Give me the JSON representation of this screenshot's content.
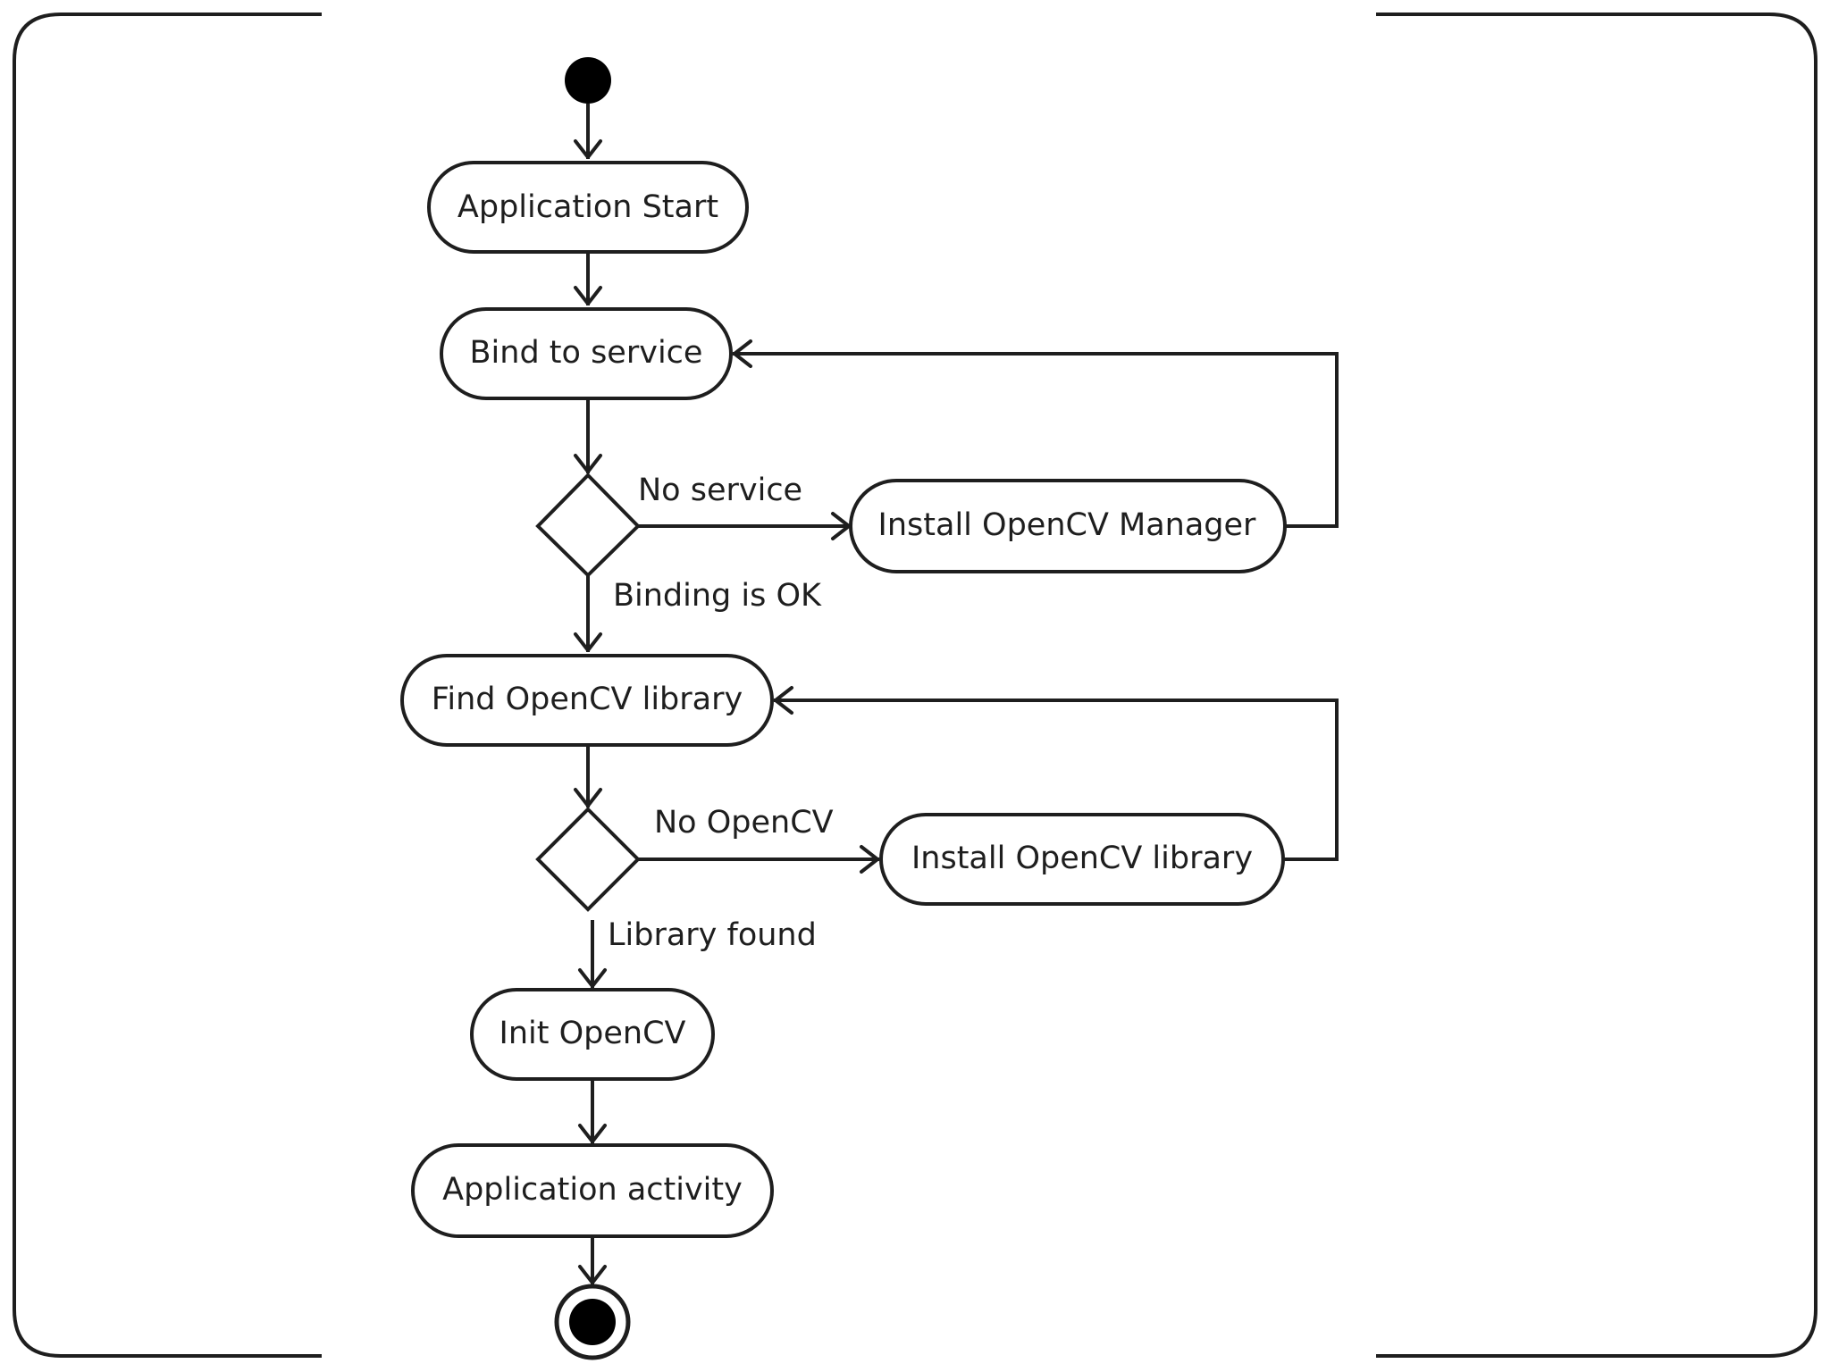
{
  "colors": {
    "stroke": "#1e1e1e",
    "background": "#ffffff",
    "frame": "#1e1e1e"
  },
  "nodes": {
    "application_start": "Application Start",
    "bind_to_service": "Bind to service",
    "install_manager": "Install OpenCV Manager",
    "find_library": "Find OpenCV library",
    "install_library": "Install OpenCV library",
    "init_opencv": "Init OpenCV",
    "application_activity": "Application activity"
  },
  "edges": {
    "no_service": "No service",
    "binding_ok": "Binding is OK",
    "no_opencv": "No OpenCV",
    "library_found": "Library found"
  }
}
